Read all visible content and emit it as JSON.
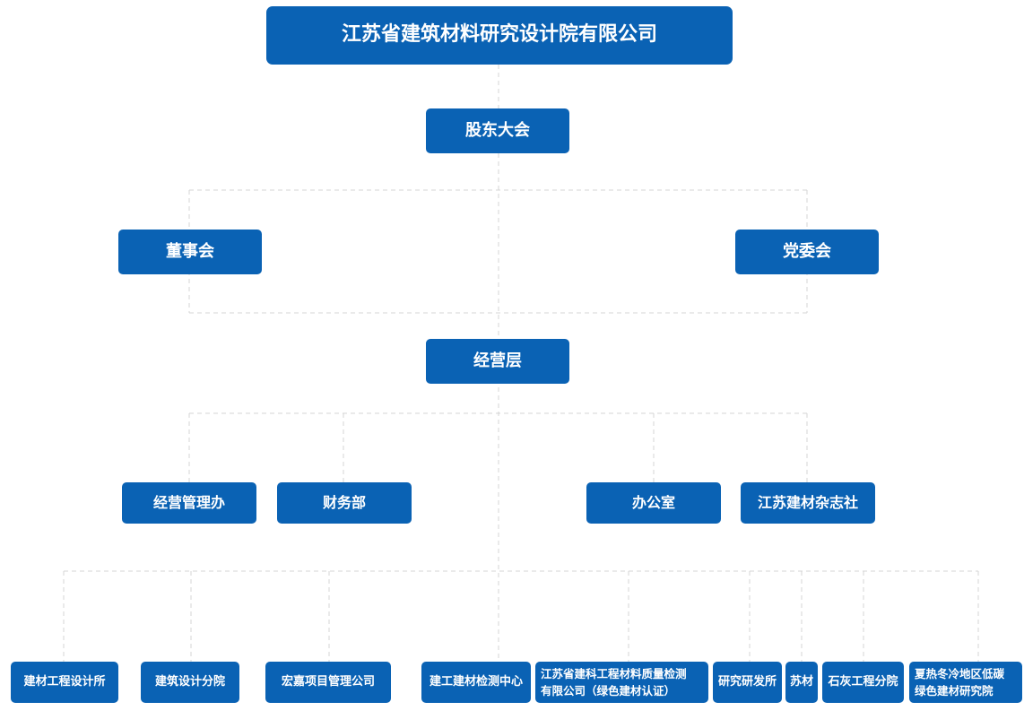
{
  "org_chart": {
    "company": "江苏省建筑材料研究设计院有限公司",
    "shareholders": "股东大会",
    "board": "董事会",
    "party_committee": "党委会",
    "management": "经营层",
    "departments": [
      "经营管理办",
      "财务部",
      "办公室",
      "江苏建材杂志社"
    ],
    "units": [
      [
        "建材工程设计所"
      ],
      [
        "建筑设计分院"
      ],
      [
        "宏嘉项目管理公司"
      ],
      [
        "建工建材检测中心"
      ],
      [
        "江苏省建科工程材料质量检测",
        "有限公司（绿色建材认证）"
      ],
      [
        "研究研发所"
      ],
      [
        "苏材"
      ],
      [
        "石灰工程分院"
      ],
      [
        "夏热冬冷地区低碳",
        "绿色建材研究院"
      ]
    ]
  },
  "colors": {
    "node_fill": "#0a62b4",
    "node_text": "#ffffff",
    "connector": "#d4d4d4",
    "background": "#ffffff"
  }
}
